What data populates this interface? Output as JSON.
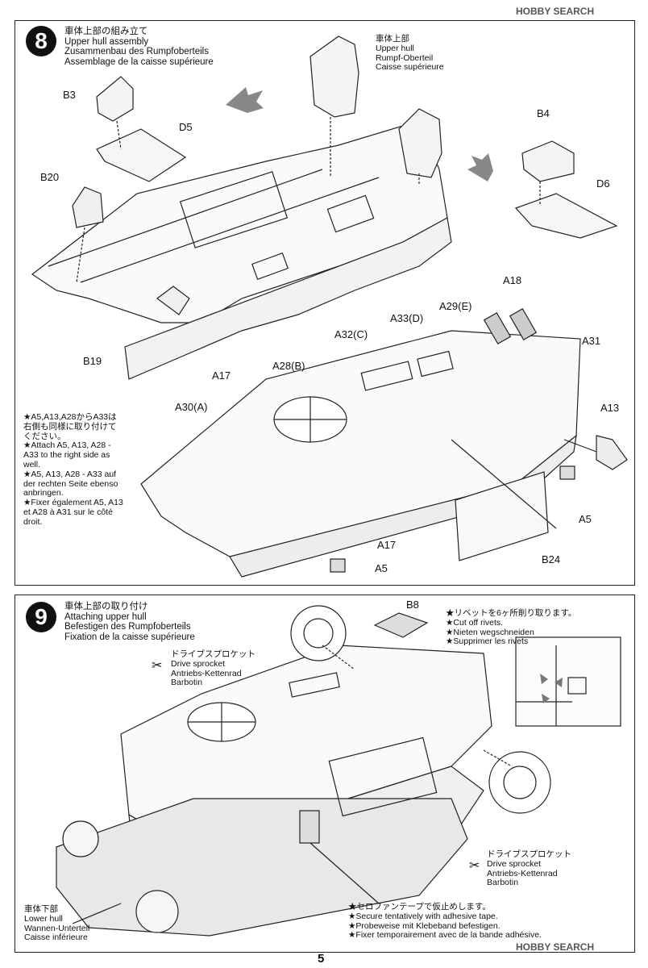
{
  "step8": {
    "number": "8",
    "title_ja": "車体上部の組み立て",
    "title_en": "Upper hull assembly",
    "title_de": "Zusammenbau des Rumpfoberteils",
    "title_fr": "Assemblage de la caisse supérieure",
    "part_title": [
      "車体上部",
      "Upper hull",
      "Rumpf-Oberteil",
      "Caisse supérieure"
    ],
    "labels": {
      "b3": "B3",
      "d5": "D5",
      "b20": "B20",
      "b19": "B19",
      "b4": "B4",
      "d6": "D6",
      "a18": "A18",
      "a29": "A29(E)",
      "a33": "A33(D)",
      "a32": "A32(C)",
      "a31": "A31",
      "a28": "A28(B)",
      "a17_top": "A17",
      "a30": "A30(A)",
      "a13": "A13",
      "a5_right": "A5",
      "a17_bottom": "A17",
      "a5_bottom": "A5",
      "b24": "B24"
    },
    "note": [
      "★A5,A13,A28からA33は",
      "右側も同様に取り付けて",
      "ください。",
      "★Attach A5, A13, A28 -",
      "A33 to the right side as",
      "well.",
      "★A5, A13, A28 - A33 auf",
      "der rechten Seite ebenso",
      "anbringen.",
      "★Fixer également A5, A13",
      "et A28 à A31 sur le côté",
      "droit."
    ]
  },
  "step9": {
    "number": "9",
    "title_ja": "車体上部の取り付け",
    "title_en": "Attaching upper hull",
    "title_de": "Befestigen des Rumpfoberteils",
    "title_fr": "Fixation de la caisse supérieure",
    "b8": "B8",
    "rivet_note": [
      "★リベットを6ヶ所削り取ります。",
      "★Cut off rivets.",
      "★Nieten wegschneiden",
      "★Supprimer les rivets"
    ],
    "sprocket_left": [
      "ドライブスプロケット",
      "Drive sprocket",
      "Antriebs-Kettenrad",
      "Barbotin"
    ],
    "sprocket_right": [
      "ドライブスプロケット",
      "Drive sprocket",
      "Antriebs-Kettenrad",
      "Barbotin"
    ],
    "lower_hull": [
      "車体下部",
      "Lower hull",
      "Wannen-Unterteil",
      "Caisse inférieure"
    ],
    "tape_note": [
      "★セロファンテープで仮止めします。",
      "★Secure tentatively with adhesive tape.",
      "★Probeweise mit Klebeband befestigen.",
      "★Fixer temporairement avec de la bande adhésive."
    ]
  },
  "page_number": "5",
  "watermark": "HOBBY SEARCH",
  "watermark_top": "HOBBY SEARCH"
}
